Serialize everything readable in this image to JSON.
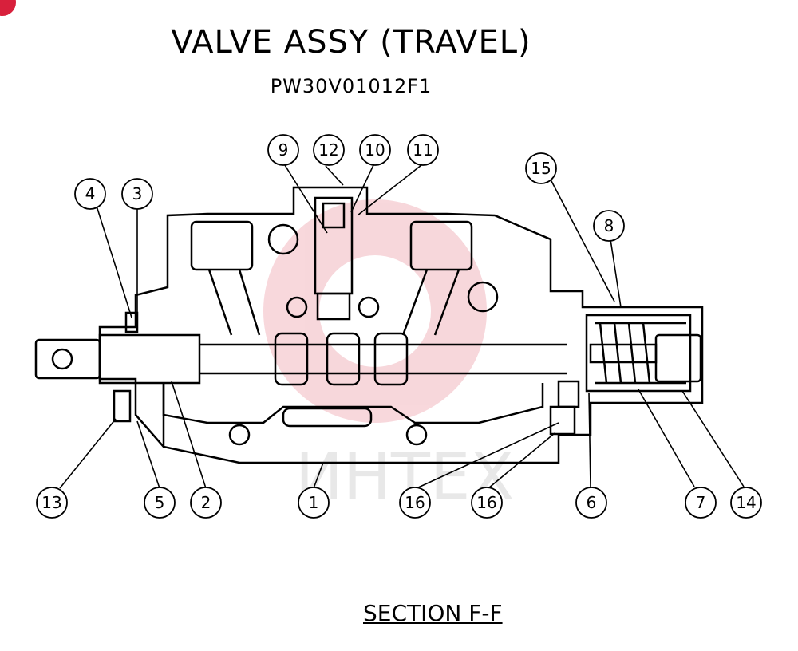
{
  "title": "VALVE  ASSY (TRAVEL)",
  "part_number": "PW30V01012F1",
  "section_label": "SECTION F-F",
  "watermark_text": "ИНТЕХ",
  "callouts": [
    {
      "id": "c9",
      "text": "9"
    },
    {
      "id": "c12",
      "text": "12"
    },
    {
      "id": "c10",
      "text": "10"
    },
    {
      "id": "c11",
      "text": "11"
    },
    {
      "id": "c15",
      "text": "15"
    },
    {
      "id": "c4",
      "text": "4"
    },
    {
      "id": "c3",
      "text": "3"
    },
    {
      "id": "c8",
      "text": "8"
    },
    {
      "id": "c13",
      "text": "13"
    },
    {
      "id": "c5",
      "text": "5"
    },
    {
      "id": "c2",
      "text": "2"
    },
    {
      "id": "c1",
      "text": "1"
    },
    {
      "id": "c16a",
      "text": "16"
    },
    {
      "id": "c16b",
      "text": "16"
    },
    {
      "id": "c6",
      "text": "6"
    },
    {
      "id": "c7",
      "text": "7"
    },
    {
      "id": "c14",
      "text": "14"
    }
  ],
  "colors": {
    "line": "#000000",
    "watermark": "#f2b8bf",
    "accent": "#d8203c"
  }
}
